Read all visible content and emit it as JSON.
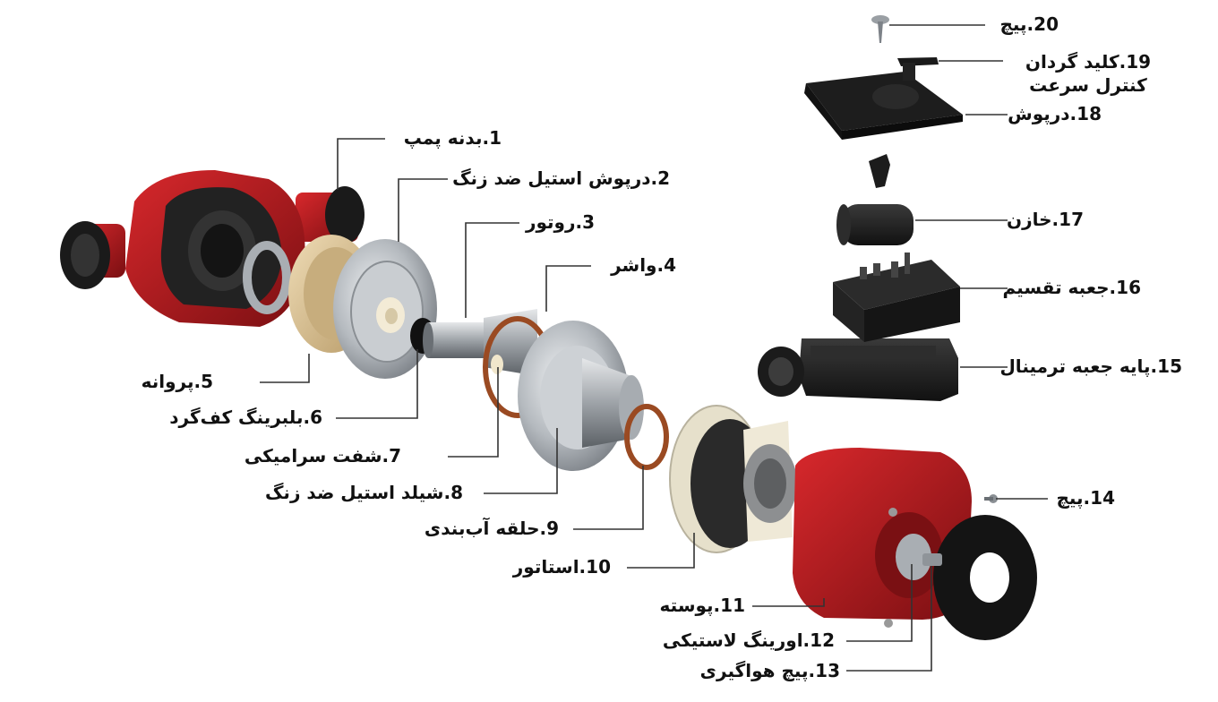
{
  "colors": {
    "housing_red": "#b3171c",
    "dark_red": "#6f0d10",
    "black_part": "#1c1c1c",
    "steel": "#b9bec4",
    "impeller_tan": "#d9c39a",
    "gasket_copper": "#9a4a22",
    "stator_cream": "#ece6d4",
    "leader_line": "#333333"
  },
  "parts": [
    {
      "id": 1,
      "label": "1.بدنه پمپ"
    },
    {
      "id": 2,
      "label": "2.درپوش استیل ضد زنگ"
    },
    {
      "id": 3,
      "label": "3.روتور"
    },
    {
      "id": 4,
      "label": "4.واشر"
    },
    {
      "id": 5,
      "label": "5.پروانه"
    },
    {
      "id": 6,
      "label": "6.بلبرینگ کف‌گرد"
    },
    {
      "id": 7,
      "label": "7.شفت سرامیکی"
    },
    {
      "id": 8,
      "label": "8.شیلد استیل ضد زنگ"
    },
    {
      "id": 9,
      "label": "9.حلقه آب‌بندی"
    },
    {
      "id": 10,
      "label": "10.استاتور"
    },
    {
      "id": 11,
      "label": "11.پوسته"
    },
    {
      "id": 12,
      "label": "12.اورینگ لاستیکی"
    },
    {
      "id": 13,
      "label": "13.پیچ هواگیری"
    },
    {
      "id": 14,
      "label": "14.پیچ"
    },
    {
      "id": 15,
      "label": "15.پایه جعبه ترمینال"
    },
    {
      "id": 16,
      "label": "16.جعبه تقسیم"
    },
    {
      "id": 17,
      "label": "17.خازن"
    },
    {
      "id": 18,
      "label": "18.درپوش"
    },
    {
      "id": 19,
      "label": "19.کلید گردان کنترل سرعت"
    },
    {
      "id": 20,
      "label": "20.پیچ"
    }
  ]
}
